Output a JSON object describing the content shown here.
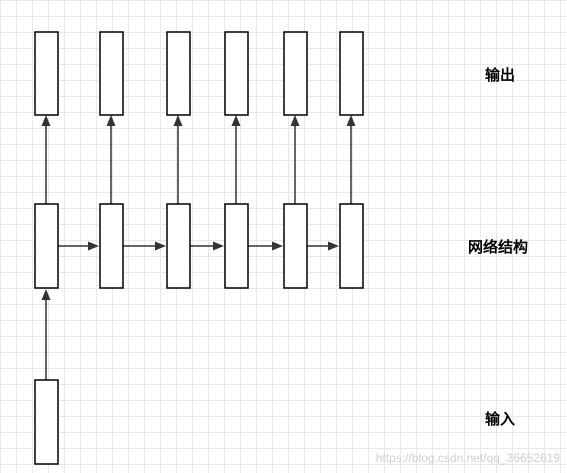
{
  "labels": {
    "output": "输出",
    "network": "网络结构",
    "input": "输入"
  },
  "watermark": "https://blog.csdn.net/qq_36652619",
  "colors": {
    "background": "#ffffff",
    "grid": "#e8e8e8",
    "box_stroke": "#000000",
    "arrow": "#333333",
    "label": "#000000",
    "watermark": "#d0d0d0"
  }
}
